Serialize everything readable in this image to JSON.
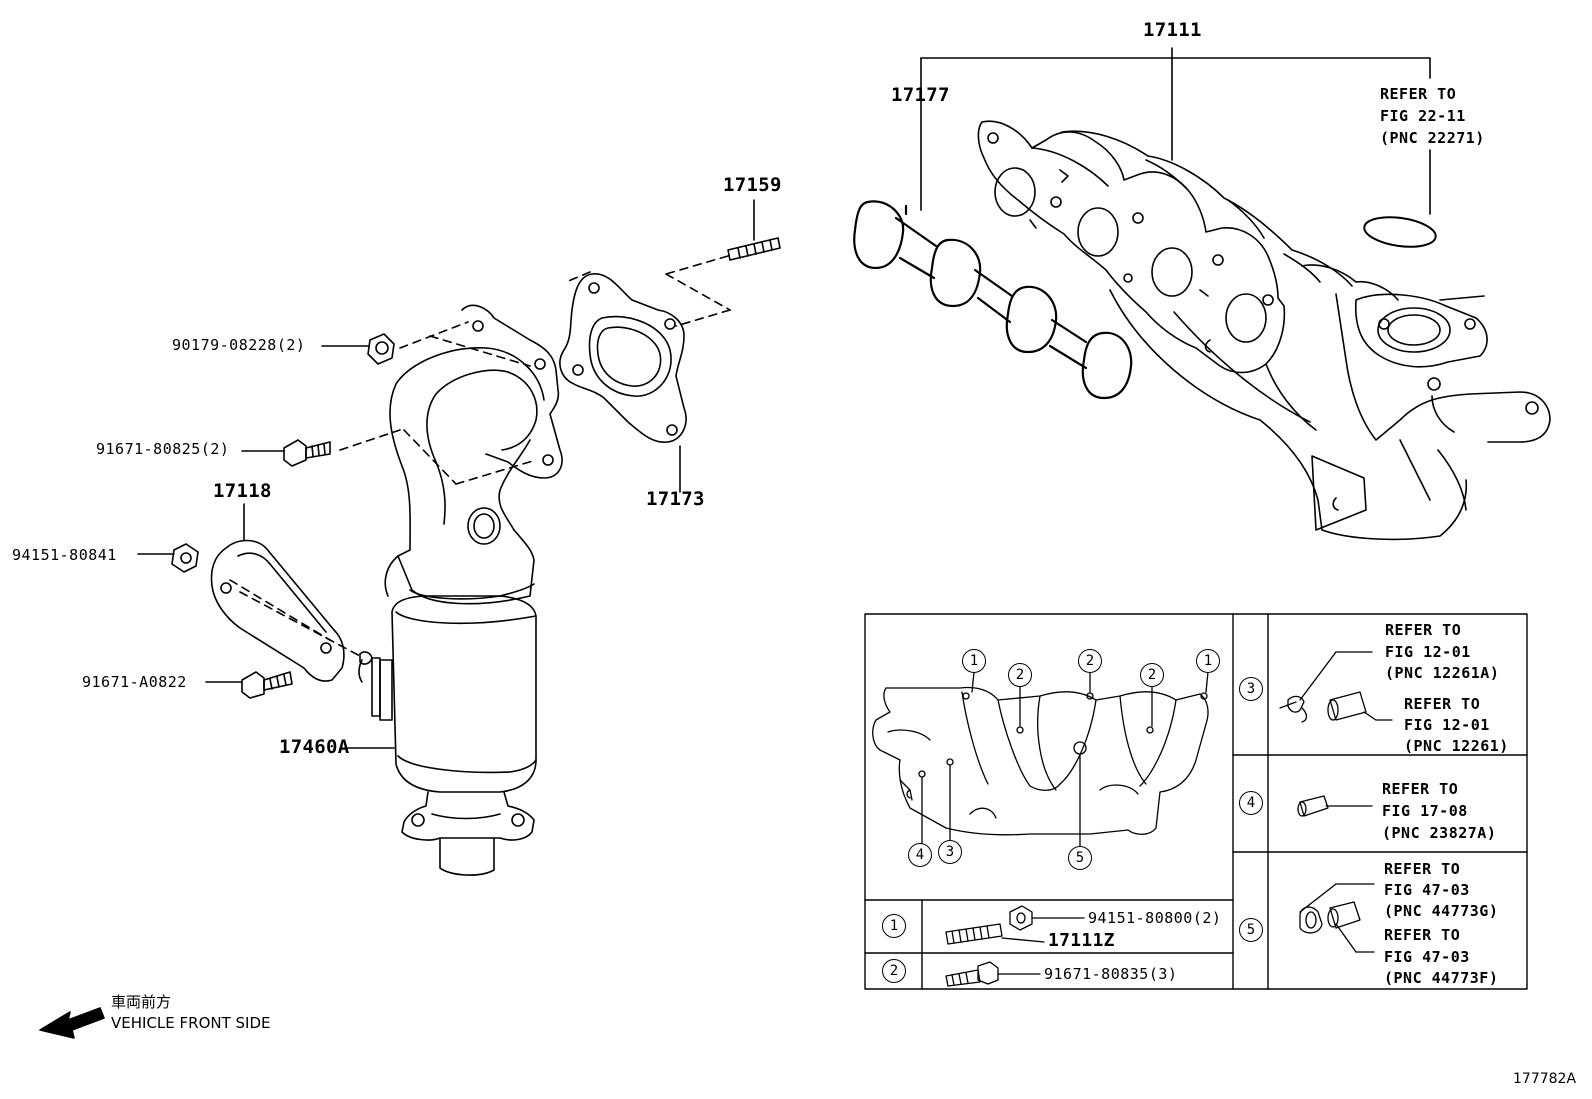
{
  "parts": {
    "p17111": "17111",
    "p17177": "17177",
    "p17159": "17159",
    "p90179": "90179-08228(2)",
    "p91671_80825": "91671-80825(2)",
    "p17173": "17173",
    "p17118": "17118",
    "p94151_80841": "94151-80841",
    "p91671_A0822": "91671-A0822",
    "p17460A": "17460A"
  },
  "refs": {
    "top": [
      "REFER TO",
      "FIG 22-11",
      "(PNC 22271)"
    ],
    "r3a": [
      "REFER TO",
      "FIG 12-01",
      "(PNC 12261A)"
    ],
    "r3b": [
      "REFER TO",
      "FIG 12-01",
      "(PNC 12261)"
    ],
    "r4": [
      "REFER TO",
      "FIG 17-08",
      "(PNC 23827A)"
    ],
    "r5a": [
      "REFER TO",
      "FIG 47-03",
      "(PNC 44773G)"
    ],
    "r5b": [
      "REFER TO",
      "FIG 47-03",
      "(PNC 44773F)"
    ]
  },
  "detail": {
    "callouts": [
      "1",
      "2",
      "3",
      "4",
      "5"
    ],
    "row1_nut": "94151-80800(2)",
    "row1_stud": "17111Z",
    "row2_bolt": "91671-80835(3)"
  },
  "front": {
    "japanese": "車両前方",
    "english": "VEHICLE FRONT SIDE"
  },
  "figure_id": "177782A"
}
